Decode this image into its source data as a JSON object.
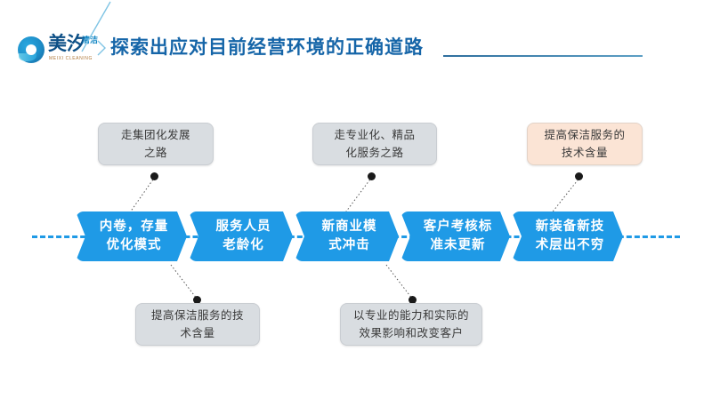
{
  "slide": {
    "background_color": "#ffffff",
    "accent_color": "#1f9ae6",
    "title_color": "#1565a8"
  },
  "header": {
    "logo": {
      "mark_icon": "meixi-circle-logo-icon",
      "name_cn": "美汐",
      "name_cn_sub": "清洁",
      "name_en": "MEIXI CLEANING",
      "separator_icon": "diagonal-slash-icon",
      "chevron_icon": "chevron-right-icon"
    },
    "title": "探索出应对目前经营环境的正确道路"
  },
  "diagram": {
    "spine_label": "timeline-spine",
    "top_callouts": [
      {
        "text": "走集团化发展\n之路",
        "line1": "走集团化发展",
        "line2": "之路",
        "style": "grey"
      },
      {
        "text": "走专业化、精品\n化服务之路",
        "line1": "走专业化、精品",
        "line2": "化服务之路",
        "style": "grey"
      },
      {
        "text": "提高保洁服务的\n技术含量",
        "line1": "提高保洁服务的",
        "line2": "技术含量",
        "style": "peach"
      }
    ],
    "steps": [
      {
        "line1": "内卷，存量",
        "line2": "优化模式"
      },
      {
        "line1": "服务人员",
        "line2": "老龄化"
      },
      {
        "line1": "新商业模",
        "line2": "式冲击"
      },
      {
        "line1": "客户考核标",
        "line2": "准未更新"
      },
      {
        "line1": "新装备新技",
        "line2": "术层出不穷"
      }
    ],
    "bottom_callouts": [
      {
        "line1": "提高保洁服务的技",
        "line2": "术含量",
        "style": "grey"
      },
      {
        "line1": "以专业的能力和实际的",
        "line2": "效果影响和改变客户",
        "style": "grey"
      }
    ]
  }
}
